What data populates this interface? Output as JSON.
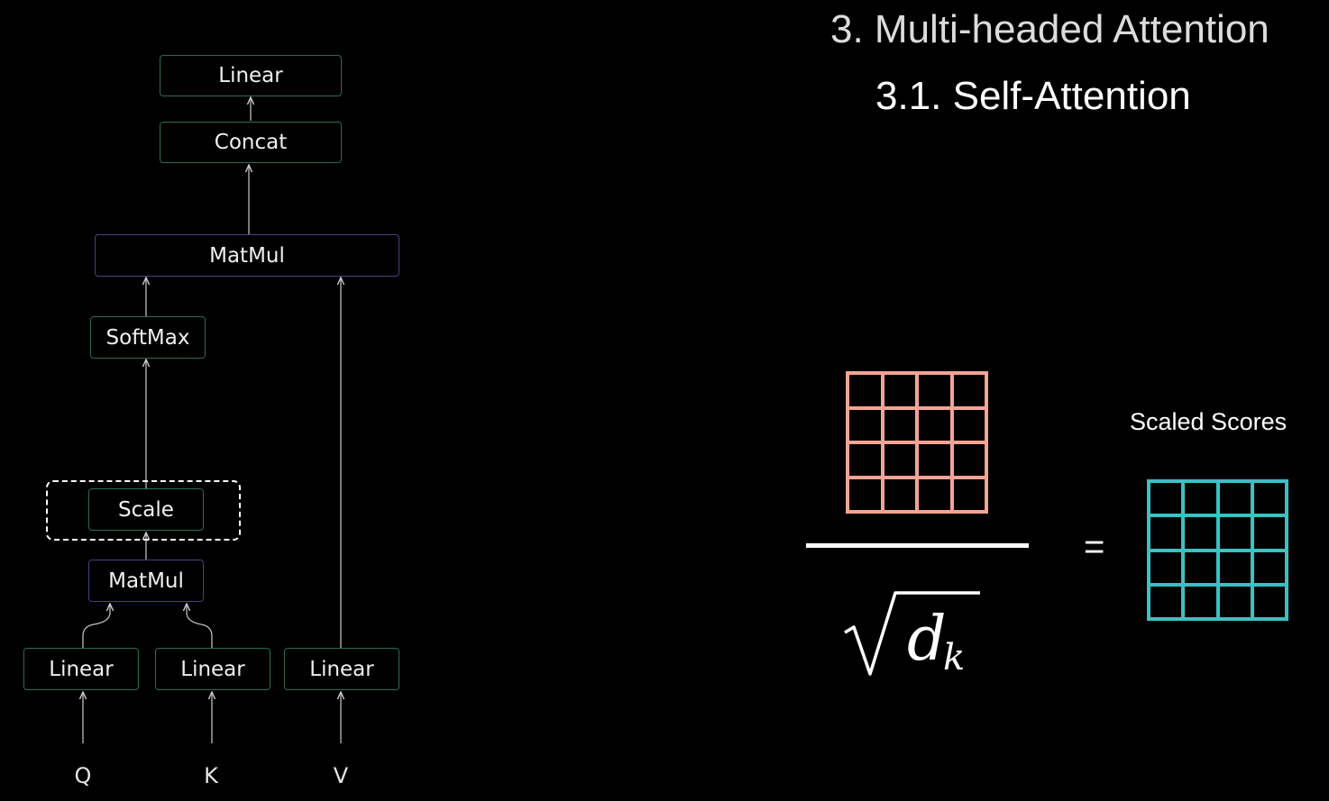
{
  "heading": {
    "title": "3. Multi-headed Attention",
    "subtitle": "3.1. Self-Attention"
  },
  "diagram": {
    "nodes": {
      "linear_top": "Linear",
      "concat": "Concat",
      "matmul_top": "MatMul",
      "softmax": "SoftMax",
      "scale": "Scale",
      "matmul_bottom": "MatMul",
      "linear_q": "Linear",
      "linear_k": "Linear",
      "linear_v": "Linear"
    },
    "inputs": {
      "q": "Q",
      "k": "K",
      "v": "V"
    }
  },
  "equation": {
    "denominator_symbol": "d",
    "denominator_subscript": "k",
    "equals": "=",
    "result_label": "Scaled Scores"
  },
  "colors": {
    "background": "#000000",
    "node_border_green": "#2d6a57",
    "node_border_purple": "#4a3f86",
    "numerator_matrix": "#f4a394",
    "result_matrix": "#3cc0c4"
  }
}
